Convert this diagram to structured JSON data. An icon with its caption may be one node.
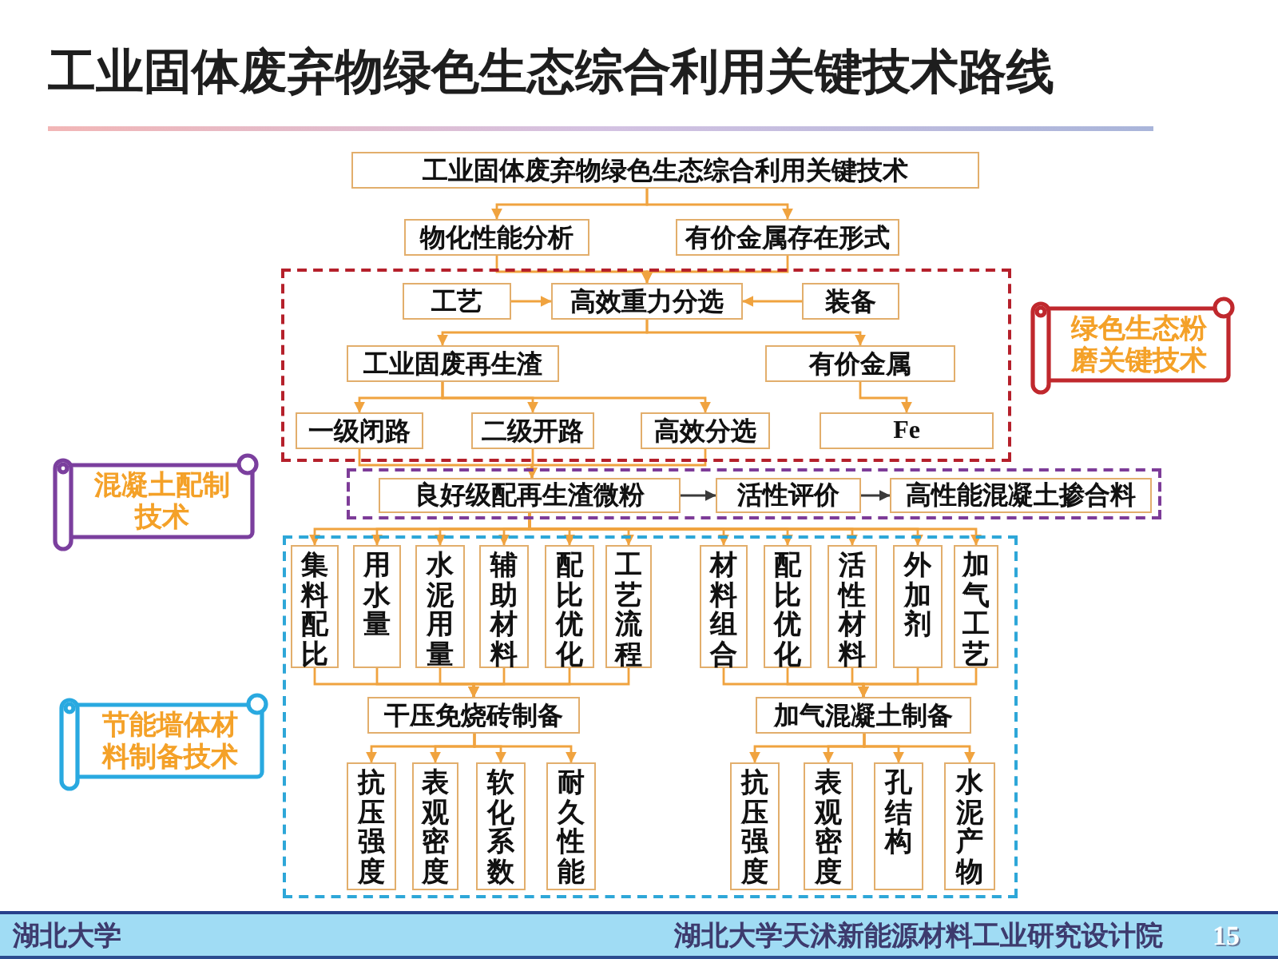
{
  "diagram": {
    "title": "工业固体废弃物绿色生态综合利用关键技术路线",
    "nodes": [
      {
        "text": [
          "工业固体废弃物绿色生态综合利用关键技术"
        ]
      },
      {
        "text": [
          "物化性能分析"
        ]
      },
      {
        "text": [
          "有价金属存在形式"
        ]
      },
      {
        "text": [],
        "shape": "box"
      },
      {
        "text": [
          "工艺"
        ],
        "in": 3
      },
      {
        "text": [
          "高效重力分选"
        ],
        "in": 3
      },
      {
        "text": [
          "装备"
        ],
        "in": 3
      },
      {
        "text": [
          "工业固废再生渣"
        ],
        "in": 3
      },
      {
        "text": [
          "有价金属"
        ],
        "in": 3
      },
      {
        "text": [
          "一级闭路"
        ],
        "in": 3
      },
      {
        "text": [
          "二级开路"
        ],
        "in": 3
      },
      {
        "text": [
          "高效分选"
        ],
        "in": 3
      },
      {
        "text": [
          "Fe"
        ],
        "in": 3
      },
      {
        "text": [
          "绿色生态粉磨关键技术"
        ]
      },
      {
        "text": [
          "混凝土配制技术"
        ]
      },
      {
        "text": [],
        "shape": "box"
      },
      {
        "text": [
          "良好级配再生渣微粉"
        ],
        "in": 15
      },
      {
        "text": [
          "活性评价"
        ],
        "in": 15
      },
      {
        "text": [
          "高性能混凝土掺合料"
        ],
        "in": 15
      },
      {
        "text": [
          "节能墙体材料制备技术"
        ]
      },
      {
        "text": [],
        "shape": "box"
      },
      {
        "text": [
          "集料配比"
        ],
        "in": 20
      },
      {
        "text": [
          "用水量"
        ],
        "in": 20
      },
      {
        "text": [
          "水泥用量"
        ],
        "in": 20
      },
      {
        "text": [
          "辅助材料"
        ],
        "in": 20
      },
      {
        "text": [
          "配比优化"
        ],
        "in": 20
      },
      {
        "text": [
          "工艺流程"
        ],
        "in": 20
      },
      {
        "text": [
          "材料组合"
        ],
        "in": 20
      },
      {
        "text": [
          "配比优化"
        ],
        "in": 20
      },
      {
        "text": [
          "活性材料"
        ],
        "in": 20
      },
      {
        "text": [
          "外加剂"
        ],
        "in": 20
      },
      {
        "text": [
          "加气工艺"
        ],
        "in": 20
      },
      {
        "text": [
          "干压免烧砖制备"
        ],
        "in": 20
      },
      {
        "text": [
          "加气混凝土制备"
        ],
        "in": 20
      },
      {
        "text": [
          "抗压强度"
        ],
        "in": 20
      },
      {
        "text": [
          "表观密度"
        ],
        "in": 20
      },
      {
        "text": [
          "软化系数"
        ],
        "in": 20
      },
      {
        "text": [
          "耐久性能"
        ],
        "in": 20
      },
      {
        "text": [
          "抗压强度"
        ],
        "in": 20
      },
      {
        "text": [
          "表观密度"
        ],
        "in": 20
      },
      {
        "text": [
          "孔结构"
        ],
        "in": 20
      },
      {
        "text": [
          "水泥产物"
        ],
        "in": 20
      }
    ],
    "edges": [
      {
        "from": 0,
        "to": 1,
        "arrow": "to"
      },
      {
        "from": 0,
        "to": 2,
        "arrow": "to"
      },
      {
        "from": 1,
        "to": 5,
        "arrow": "to"
      },
      {
        "from": 2,
        "to": 5,
        "arrow": "to"
      },
      {
        "from": 4,
        "to": 5,
        "arrow": "to"
      },
      {
        "from": 6,
        "to": 5,
        "arrow": "to"
      },
      {
        "from": 5,
        "to": 7,
        "arrow": "to"
      },
      {
        "from": 5,
        "to": 8,
        "arrow": "to"
      },
      {
        "from": 7,
        "to": 9,
        "arrow": "to"
      },
      {
        "from": 7,
        "to": 10,
        "arrow": "to"
      },
      {
        "from": 7,
        "to": 11,
        "arrow": "to"
      },
      {
        "from": 8,
        "to": 12,
        "arrow": "to"
      },
      {
        "from": 9,
        "to": 16,
        "arrow": "to"
      },
      {
        "from": 10,
        "to": 16,
        "arrow": "to"
      },
      {
        "from": 11,
        "to": 16,
        "arrow": "to"
      },
      {
        "from": 16,
        "to": 17,
        "arrow": "to",
        "color": "#3a3a3a"
      },
      {
        "from": 17,
        "to": 18,
        "arrow": "to",
        "color": "#3a3a3a"
      },
      {
        "from": 16,
        "to": 21,
        "arrow": "to"
      },
      {
        "from": 16,
        "to": 22,
        "arrow": "to"
      },
      {
        "from": 16,
        "to": 23,
        "arrow": "to"
      },
      {
        "from": 16,
        "to": 24,
        "arrow": "to"
      },
      {
        "from": 16,
        "to": 25,
        "arrow": "to"
      },
      {
        "from": 16,
        "to": 26,
        "arrow": "to"
      },
      {
        "from": 16,
        "to": 27,
        "arrow": "to"
      },
      {
        "from": 16,
        "to": 28,
        "arrow": "to"
      },
      {
        "from": 16,
        "to": 29,
        "arrow": "to"
      },
      {
        "from": 16,
        "to": 30,
        "arrow": "to"
      },
      {
        "from": 16,
        "to": 31,
        "arrow": "to"
      },
      {
        "from": 21,
        "to": 32,
        "arrow": "to"
      },
      {
        "from": 22,
        "to": 32,
        "arrow": "to"
      },
      {
        "from": 23,
        "to": 32,
        "arrow": "to"
      },
      {
        "from": 24,
        "to": 32,
        "arrow": "to"
      },
      {
        "from": 25,
        "to": 32,
        "arrow": "to"
      },
      {
        "from": 26,
        "to": 32,
        "arrow": "to"
      },
      {
        "from": 27,
        "to": 33,
        "arrow": "to"
      },
      {
        "from": 28,
        "to": 33,
        "arrow": "to"
      },
      {
        "from": 29,
        "to": 33,
        "arrow": "to"
      },
      {
        "from": 30,
        "to": 33,
        "arrow": "to"
      },
      {
        "from": 31,
        "to": 33,
        "arrow": "to"
      },
      {
        "from": 32,
        "to": 34,
        "arrow": "to"
      },
      {
        "from": 32,
        "to": 35,
        "arrow": "to"
      },
      {
        "from": 32,
        "to": 36,
        "arrow": "to"
      },
      {
        "from": 32,
        "to": 37,
        "arrow": "to"
      },
      {
        "from": 33,
        "to": 38,
        "arrow": "to"
      },
      {
        "from": 33,
        "to": 39,
        "arrow": "to"
      },
      {
        "from": 33,
        "to": 40,
        "arrow": "to"
      },
      {
        "from": 33,
        "to": 41,
        "arrow": "to"
      }
    ],
    "labels": [
      "湖北大学",
      "湖北大学天沭新能源材料工业研究设计院",
      "15"
    ]
  }
}
